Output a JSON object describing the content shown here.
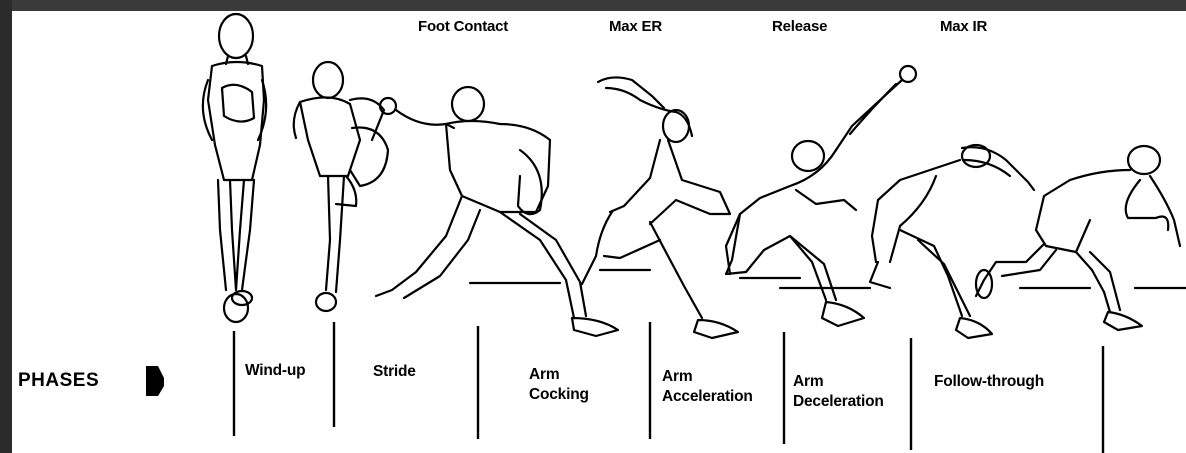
{
  "events": [
    {
      "label": "Foot Contact"
    },
    {
      "label": "Max ER"
    },
    {
      "label": "Release"
    },
    {
      "label": "Max IR"
    }
  ],
  "phases_title": "PHASES",
  "phases": [
    {
      "label": "Wind-up"
    },
    {
      "label": "Stride"
    },
    {
      "label": "Arm\nCocking"
    },
    {
      "label": "Arm\nAcceleration"
    },
    {
      "label": "Arm\nDeceleration"
    },
    {
      "label": "Follow-through"
    }
  ],
  "figures": [
    {
      "icon": "pitcher-standing-icon"
    },
    {
      "icon": "pitcher-leg-lift-icon"
    },
    {
      "icon": "pitcher-stride-icon"
    },
    {
      "icon": "pitcher-max-er-icon"
    },
    {
      "icon": "pitcher-release-icon"
    },
    {
      "icon": "pitcher-max-ir-icon"
    },
    {
      "icon": "pitcher-follow-through-icon"
    }
  ]
}
